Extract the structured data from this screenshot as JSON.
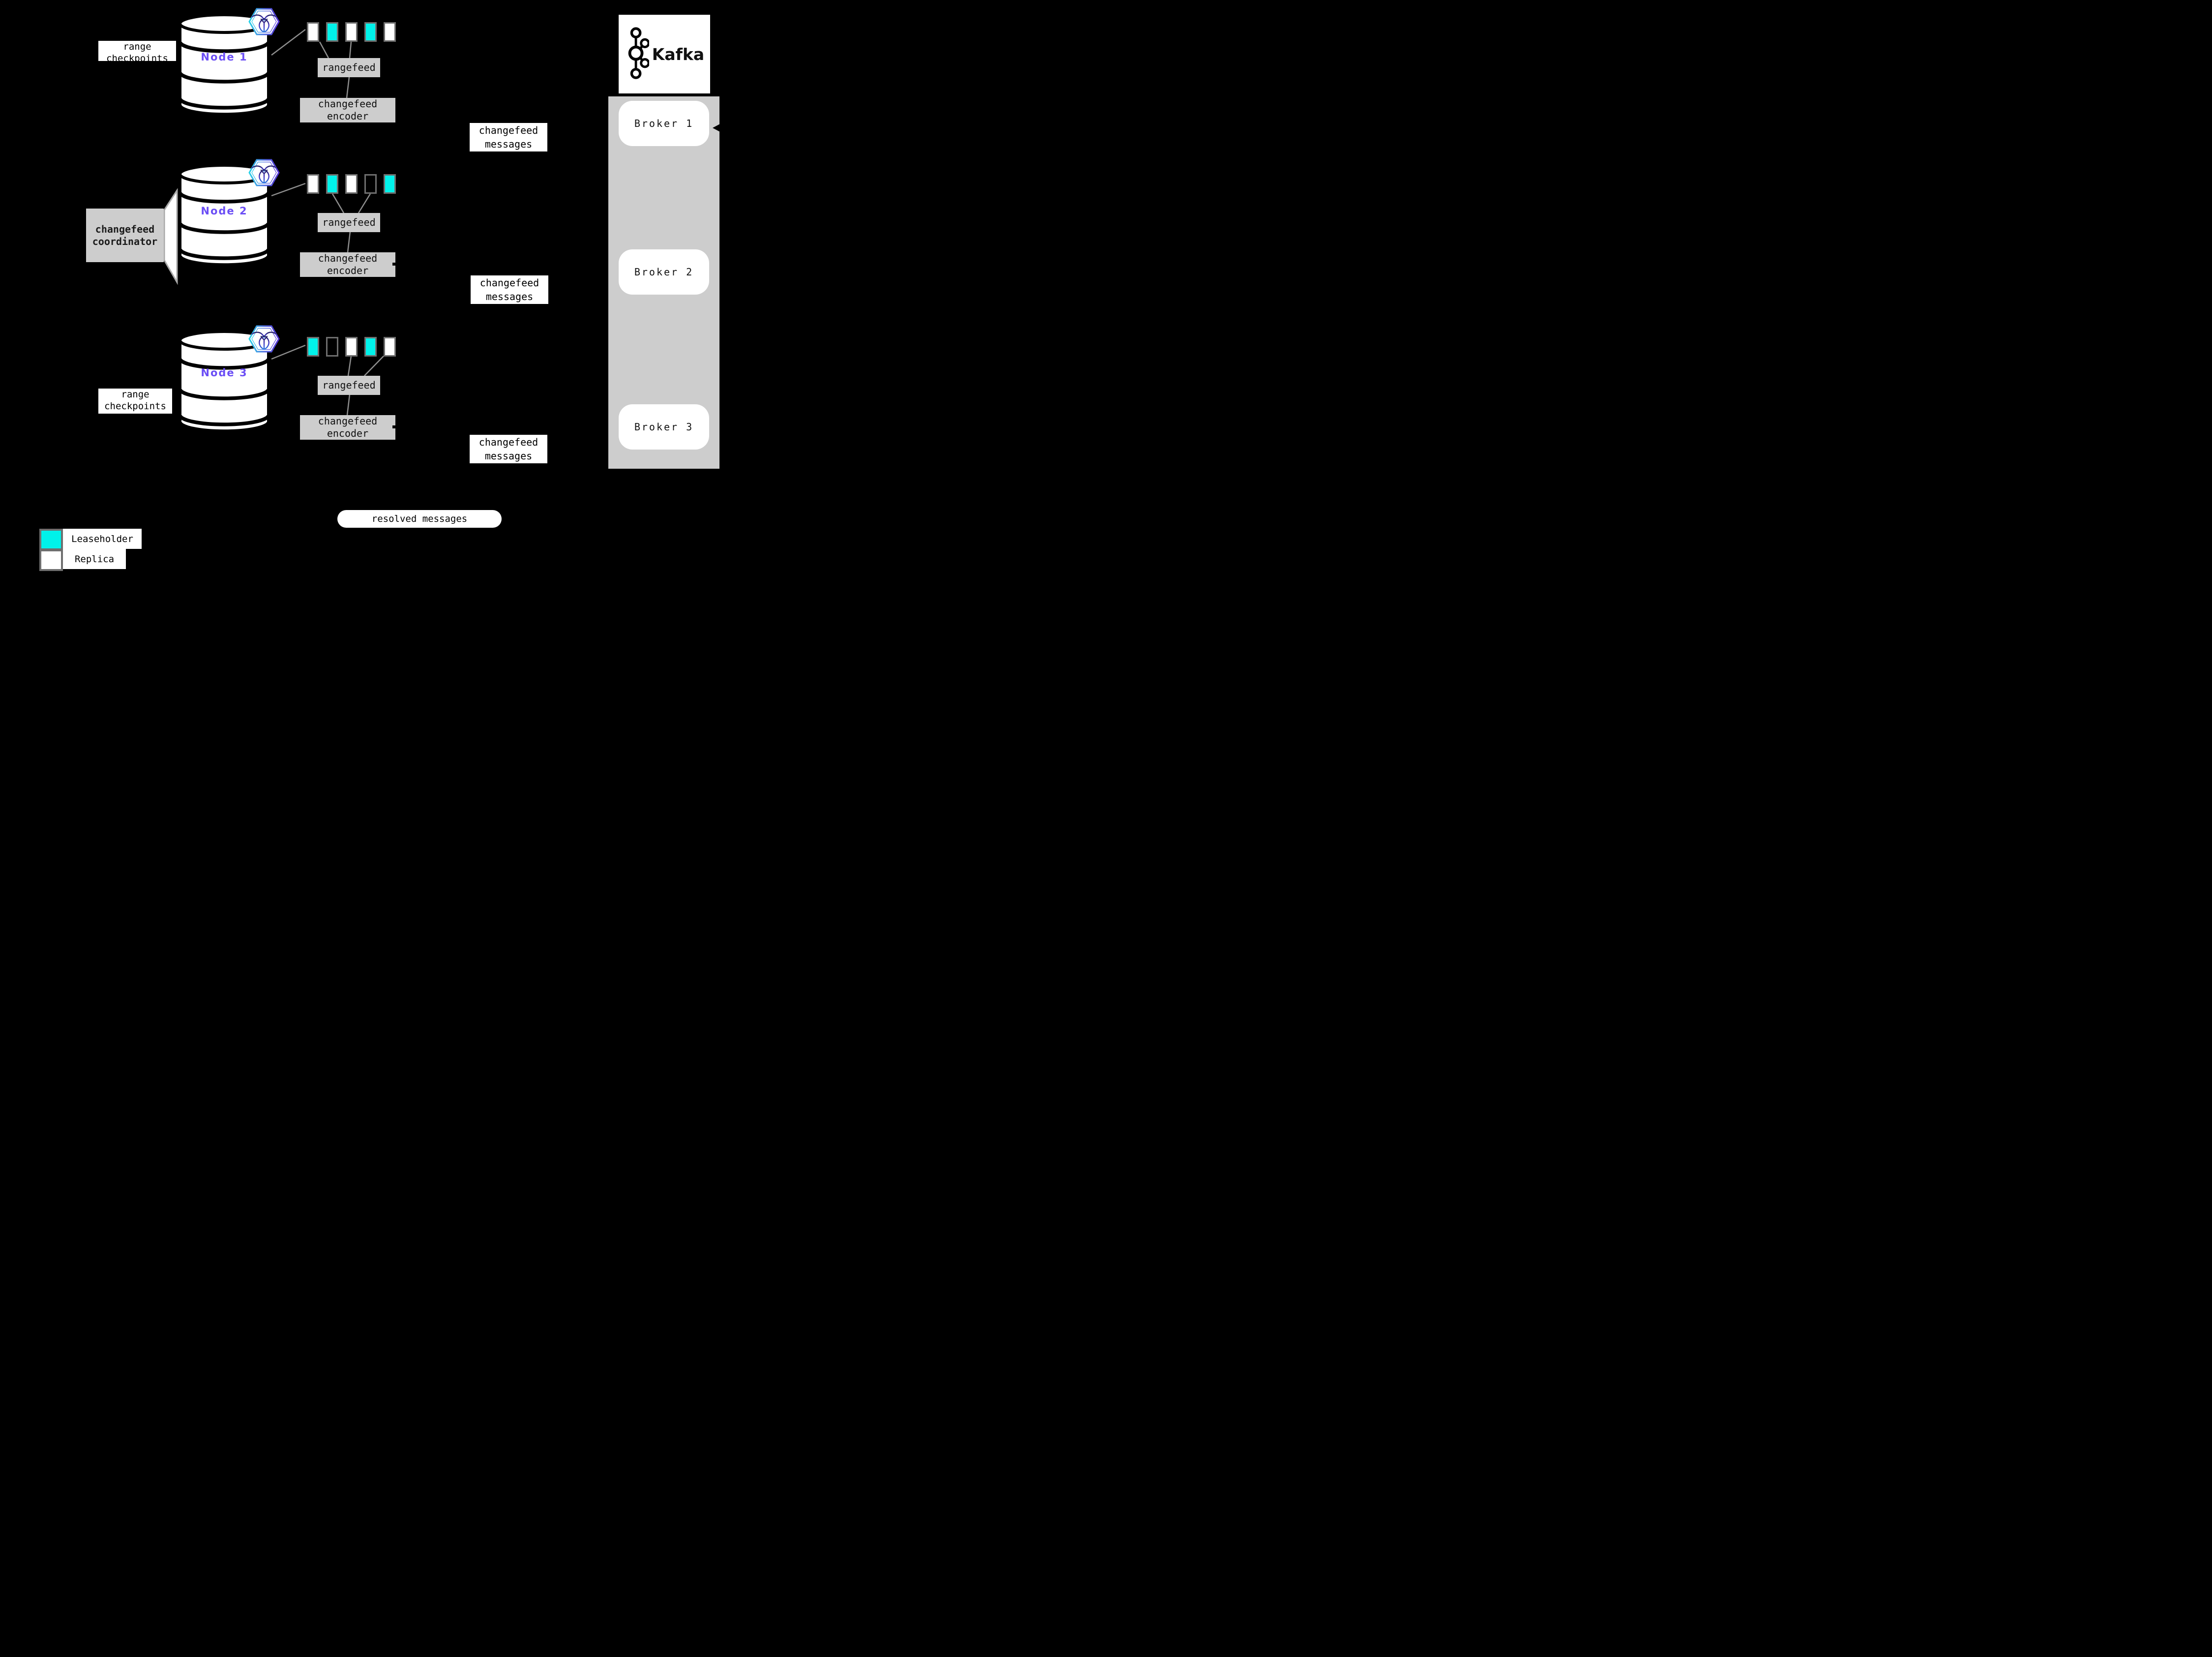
{
  "colors": {
    "background": "#000000",
    "leaseholder_teal": "#00f2ea",
    "replica_white": "#ffffff",
    "node_label_purple": "#6b4ef5",
    "box_gray": "#cdcdcd",
    "square_border_gray": "#6e6e6e",
    "connector_gray": "#8e8e8e"
  },
  "nodes": [
    {
      "label": "Node 1",
      "annotation": "range checkpoints",
      "rangefeed": "rangefeed",
      "encoder": "changefeed encoder",
      "ranges": [
        "replica",
        "leaseholder",
        "replica",
        "leaseholder",
        "replica"
      ]
    },
    {
      "label": "Node 2",
      "annotation": "changefeed coordinator",
      "rangefeed": "rangefeed",
      "encoder": "changefeed encoder",
      "ranges": [
        "replica",
        "leaseholder",
        "replica",
        "empty",
        "leaseholder"
      ]
    },
    {
      "label": "Node 3",
      "annotation": "range checkpoints",
      "rangefeed": "rangefeed",
      "encoder": "changefeed encoder",
      "ranges": [
        "leaseholder",
        "empty",
        "replica",
        "leaseholder",
        "replica"
      ]
    }
  ],
  "messages": {
    "changefeed": "changefeed messages",
    "resolved": "resolved messages"
  },
  "kafka": {
    "title": "Kafka",
    "brokers": [
      "Broker 1",
      "Broker 2",
      "Broker 3"
    ]
  },
  "legend": {
    "leaseholder": "Leaseholder",
    "replica": "Replica"
  }
}
